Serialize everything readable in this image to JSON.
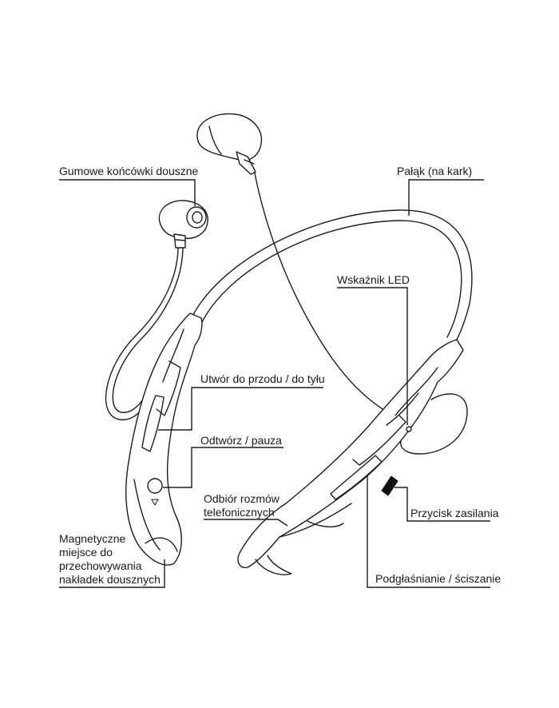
{
  "labels": {
    "ear_tips": "Gumowe końcówki douszne",
    "neckband": "Pałąk (na kark)",
    "led": "Wskaźnik LED",
    "track": "Utwór do przodu / do tyłu",
    "play_pause": "Odtwórz / pauza",
    "call": "Odbiór rozmów\ntelefonicznych",
    "power": "Przycisk zasilania",
    "magnetic": "Magnetyczne\nmiejsce do\nprzechowywania\nnakładek dousznych",
    "volume": "Podgłaśnianie / ściszanie"
  },
  "icons": [
    "earbud-icon",
    "neckband-icon",
    "led-indicator-icon",
    "track-buttons-icon",
    "play-pause-button-icon",
    "call-button-icon",
    "power-button-icon",
    "magnetic-holder-icon",
    "volume-buttons-icon"
  ]
}
